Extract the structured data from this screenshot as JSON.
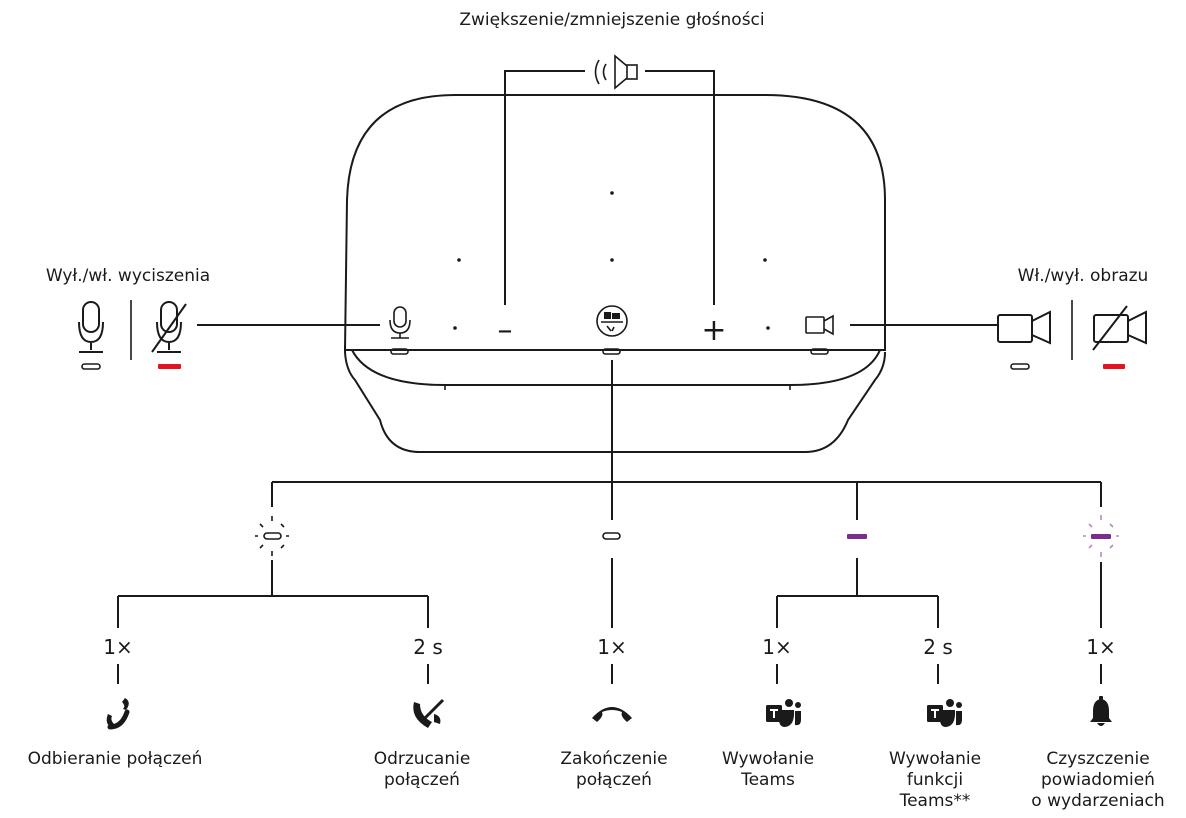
{
  "labels": {
    "volume": "Zwiększenie/zmniejszenie głośności",
    "mute": "Wył./wł. wyciszenia",
    "video": "Wł./wył. obrazu",
    "minus": "–",
    "plus": "+"
  },
  "actions": [
    {
      "id": "answer",
      "timing": "1×",
      "lines": [
        "Odbieranie połączeń"
      ],
      "icon": "phone-answer-icon"
    },
    {
      "id": "decline",
      "timing": "2 s",
      "lines": [
        "Odrzucanie",
        "połączeń"
      ],
      "icon": "phone-decline-icon"
    },
    {
      "id": "end",
      "timing": "1×",
      "lines": [
        "Zakończenie",
        "połączeń"
      ],
      "icon": "phone-hangup-icon"
    },
    {
      "id": "teams",
      "timing": "1×",
      "lines": [
        "Wywołanie",
        "Teams"
      ],
      "icon": "teams-icon"
    },
    {
      "id": "teams-feature",
      "timing": "2 s",
      "lines": [
        "Wywołanie",
        "funkcji",
        "Teams**"
      ],
      "icon": "teams-icon"
    },
    {
      "id": "clear",
      "timing": "1×",
      "lines": [
        "Czyszczenie",
        "powiadomień",
        "o wydarzeniach"
      ],
      "icon": "bell-icon"
    }
  ],
  "led_states": [
    {
      "id": "white-pulsing",
      "color": "#ffffff",
      "pulsing": true
    },
    {
      "id": "white-steady",
      "color": "#ffffff",
      "pulsing": false
    },
    {
      "id": "purple-steady",
      "color": "#7a2d8c",
      "pulsing": false
    },
    {
      "id": "purple-pulsing",
      "color": "#7a2d8c",
      "pulsing": true
    }
  ],
  "colors": {
    "line": "#1a1a1a",
    "mute_red": "#e3141f",
    "teams_purple": "#7a2d8c"
  }
}
